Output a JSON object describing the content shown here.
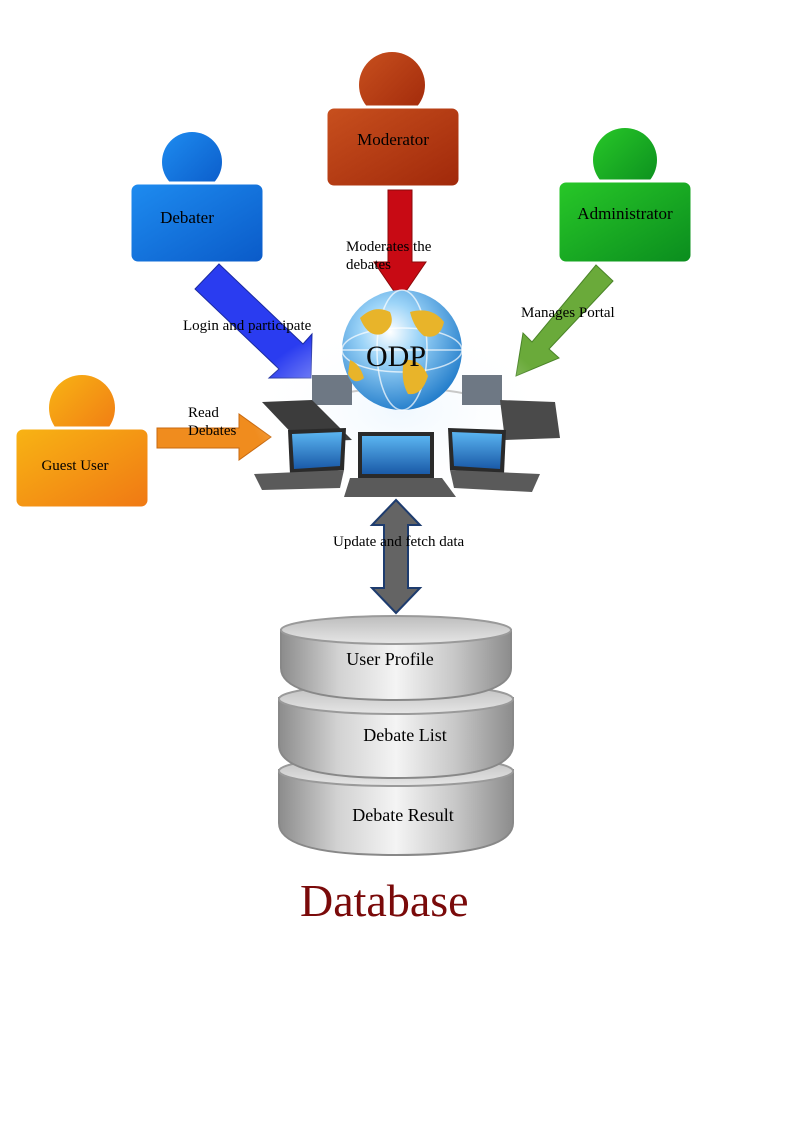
{
  "actors": {
    "moderator": "Moderator",
    "debater": "Debater",
    "administrator": "Administrator",
    "guest_user": "Guest User"
  },
  "edges": {
    "moderator": "Moderates the debates",
    "debater": "Login and participate",
    "administrator": "Manages Portal",
    "guest_user": "Read Debates",
    "database": "Update and fetch data"
  },
  "portal": {
    "name": "ODP"
  },
  "database": {
    "title": "Database",
    "layers": [
      "User Profile",
      "Debate List",
      "Debate Result"
    ]
  },
  "colors": {
    "moderator": "#b83a10",
    "debater": "#1478e0",
    "administrator": "#1aa81a",
    "guest_user": "#f0960a",
    "moderator_arrow": "#c80a14",
    "debater_arrow": "#2a3cf0",
    "administrator_arrow": "#6aaa3a",
    "guest_arrow": "#f08c1e",
    "database_arrow": "#646464",
    "database_title": "#7a0a0a"
  }
}
